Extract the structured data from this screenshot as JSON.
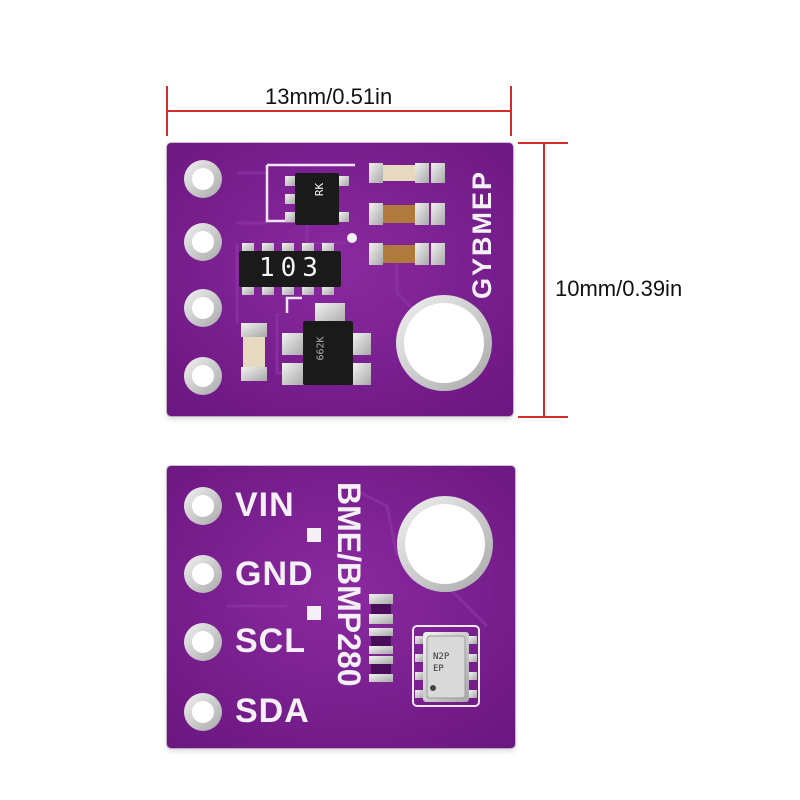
{
  "dimensions": {
    "width_label": "13mm/0.51in",
    "height_label": "10mm/0.39in",
    "line_color": "#d42b2b"
  },
  "colors": {
    "pcb": "#7a1e8e",
    "pcb_dark": "#5a126c",
    "silkscreen": "#f4f0f6",
    "pad": "#c9c9c9",
    "component_black": "#1a1a1a",
    "capacitor_tan": "#b07a3c"
  },
  "top_board": {
    "brand_text": "GYBMEP",
    "resistor_marking": "103",
    "ic_marking": "RK",
    "regulator_marking": "662K",
    "pin_count": 4
  },
  "bottom_board": {
    "pins": [
      {
        "label": "VIN"
      },
      {
        "label": "GND"
      },
      {
        "label": "SCL"
      },
      {
        "label": "SDA"
      }
    ],
    "part_label": "BME/BMP280",
    "sensor_marking_line1": "N2P",
    "sensor_marking_line2": "EP"
  }
}
